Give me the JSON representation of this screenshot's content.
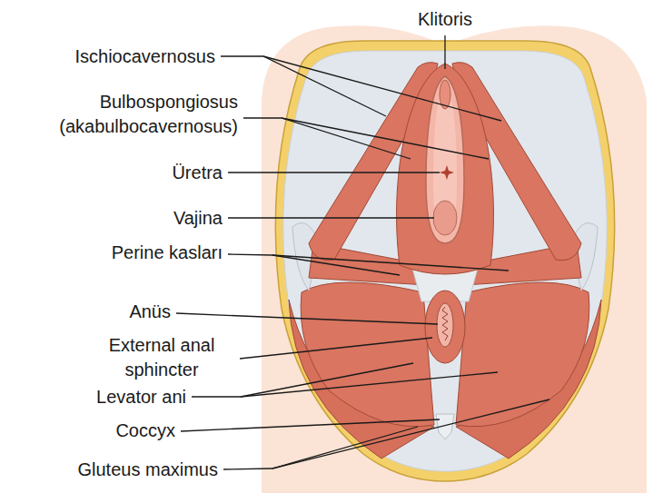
{
  "diagram": {
    "labels": [
      "Klitoris",
      "Ischiocavernosus",
      "Bulbospongiosus (akabulbocavernosus)",
      "Üretra",
      "Vajina",
      "Perine kasları",
      "Anüs",
      "External anal sphincter",
      "Levator ani",
      "Coccyx",
      "Gluteus maximus"
    ]
  }
}
